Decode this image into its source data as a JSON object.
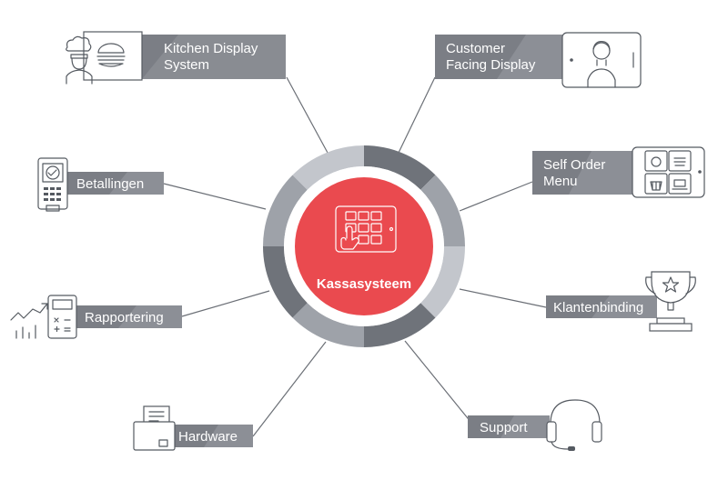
{
  "center": {
    "label": "Kassasysteem",
    "fill_color": "#ea4a4f",
    "icon": "pos-terminal-touch-icon"
  },
  "ring_colors": [
    "#6f737a",
    "#9ea2a9",
    "#c3c6cc"
  ],
  "tag_colors": {
    "dark": "#7b7e85",
    "light": "#a2a5ab"
  },
  "nodes": [
    {
      "id": "kitchen",
      "line1": "Kitchen Display",
      "line2": "System",
      "icon": "chef-burger-icon"
    },
    {
      "id": "customer",
      "line1": "Customer",
      "line2": "Facing Display",
      "icon": "tablet-person-icon"
    },
    {
      "id": "betalingen",
      "line1": "Betallingen",
      "icon": "card-terminal-icon"
    },
    {
      "id": "selforder",
      "line1": "Self Order",
      "line2": "Menu",
      "icon": "menu-tablet-icon"
    },
    {
      "id": "rapportering",
      "line1": "Rapportering",
      "icon": "chart-calculator-icon"
    },
    {
      "id": "klantenbinding",
      "line1": "Klantenbinding",
      "icon": "trophy-icon"
    },
    {
      "id": "hardware",
      "line1": "Hardware",
      "icon": "printer-icon"
    },
    {
      "id": "support",
      "line1": "Support",
      "icon": "headset-icon"
    }
  ]
}
